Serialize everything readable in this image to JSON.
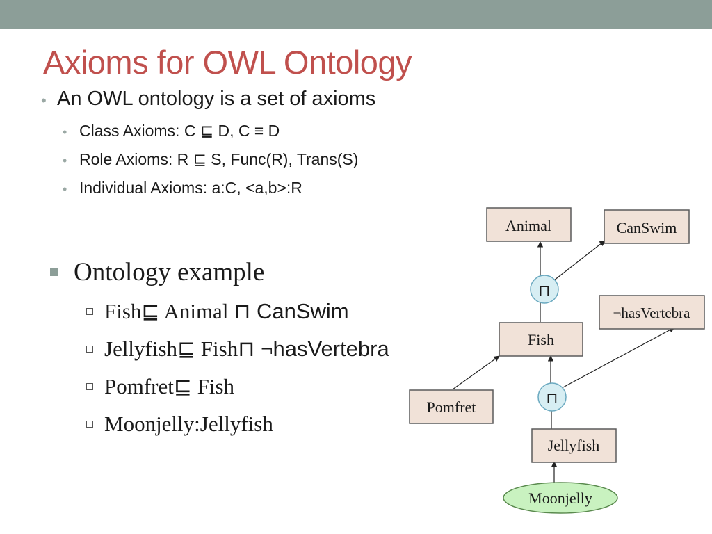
{
  "slide": {
    "title": "Axioms for OWL Ontology",
    "bullets": [
      {
        "text": "An OWL ontology is a set of axioms"
      }
    ],
    "subbullets": [
      {
        "text": "Class Axioms: C ⊑ D, C ≡ D"
      },
      {
        "text": "Role Axioms: R ⊑ S, Func(R), Trans(S)"
      },
      {
        "text": "Individual Axioms: a:C, <a,b>:R"
      }
    ],
    "example": {
      "heading": "Ontology example",
      "items": [
        {
          "a": "Fish",
          "b": "⊑",
          "c": " Animal ",
          "d": "⊓ CanSwim"
        },
        {
          "a": "Jellyfish",
          "b": "⊑",
          "c": " Fish",
          "d": "⊓ ",
          "e": "¬",
          "f": "hasVertebra"
        },
        {
          "a": "Pomfret",
          "b": "⊑",
          "c": " Fish"
        },
        {
          "a": "Moonjelly:Jellyfish"
        }
      ]
    }
  },
  "diagram": {
    "nodes": {
      "animal": "Animal",
      "canswim": "CanSwim",
      "hasvertebra": "¬hasVertebra",
      "fish": "Fish",
      "pomfret": "Pomfret",
      "jellyfish": "Jellyfish",
      "moonjelly": "Moonjelly",
      "and1": "⊓",
      "and2": "⊓"
    },
    "colors": {
      "box_fill": "#f1e2d8",
      "box_stroke": "#5a5a5a",
      "and_fill": "#d7eef3",
      "and_stroke": "#6aa9c0",
      "oval_fill": "#c9f2c0",
      "oval_stroke": "#5a8a4e"
    }
  }
}
